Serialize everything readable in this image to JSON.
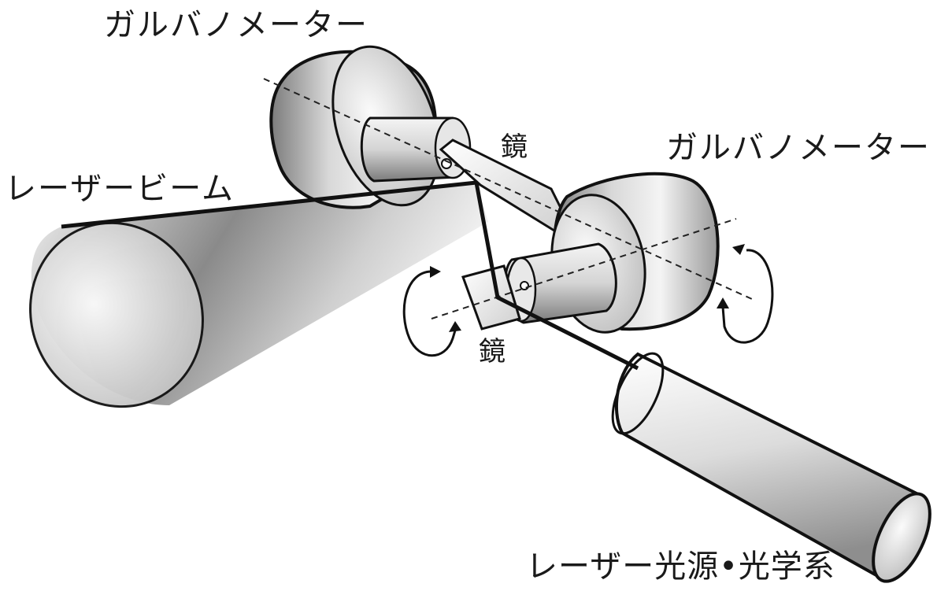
{
  "labels": {
    "galvanometer_top": "ガルバノメーター",
    "galvanometer_right": "ガルバノメーター",
    "mirror_top": "鏡",
    "mirror_bottom": "鏡",
    "laser_beam": "レーザービーム",
    "laser_source": "レーザー光源•光学系"
  },
  "colors": {
    "outline": "#111111",
    "beam": "#111111",
    "axis": "#222222",
    "body_light": "#f2f2f2",
    "body_dark": "#8e8e8e"
  }
}
